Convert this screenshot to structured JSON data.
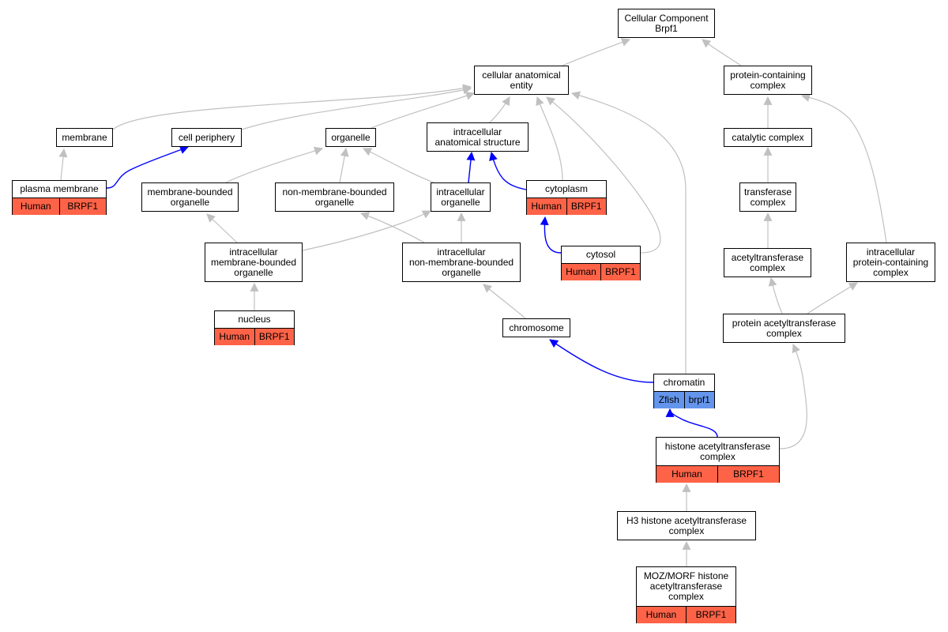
{
  "nodes": {
    "cc_brpf1": {
      "label": "Cellular Component\nBrpf1"
    },
    "cellular_anatomical_entity": {
      "label": "cellular anatomical\nentity"
    },
    "protein_containing_complex": {
      "label": "protein-containing\ncomplex"
    },
    "membrane": {
      "label": "membrane"
    },
    "cell_periphery": {
      "label": "cell periphery"
    },
    "organelle": {
      "label": "organelle"
    },
    "intracellular_anatomical_structure": {
      "label": "intracellular\nanatomical structure"
    },
    "catalytic_complex": {
      "label": "catalytic complex"
    },
    "plasma_membrane": {
      "label": "plasma membrane",
      "tags": [
        "Human",
        "BRPF1"
      ]
    },
    "membrane_bounded_organelle": {
      "label": "membrane-bounded\norganelle"
    },
    "non_membrane_bounded_organelle": {
      "label": "non-membrane-bounded\norganelle"
    },
    "intracellular_organelle": {
      "label": "intracellular\norganelle"
    },
    "cytoplasm": {
      "label": "cytoplasm",
      "tags": [
        "Human",
        "BRPF1"
      ]
    },
    "transferase_complex": {
      "label": "transferase\ncomplex"
    },
    "intracellular_membrane_bounded_organelle": {
      "label": "intracellular\nmembrane-bounded\norganelle"
    },
    "intracellular_non_membrane_bounded_organelle": {
      "label": "intracellular\nnon-membrane-bounded\norganelle"
    },
    "cytosol": {
      "label": "cytosol",
      "tags": [
        "Human",
        "BRPF1"
      ]
    },
    "acetyltransferase_complex": {
      "label": "acetyltransferase\ncomplex"
    },
    "intracellular_protein_containing_complex": {
      "label": "intracellular\nprotein-containing\ncomplex"
    },
    "nucleus": {
      "label": "nucleus",
      "tags": [
        "Human",
        "BRPF1"
      ]
    },
    "chromosome": {
      "label": "chromosome"
    },
    "protein_acetyltransferase_complex": {
      "label": "protein acetyltransferase\ncomplex"
    },
    "chromatin": {
      "label": "chromatin",
      "tags": [
        "Zfish",
        "brpf1"
      ]
    },
    "histone_acetyltransferase_complex": {
      "label": "histone acetyltransferase\ncomplex",
      "tags": [
        "Human",
        "BRPF1"
      ]
    },
    "h3_histone_acetyltransferase_complex": {
      "label": "H3 histone acetyltransferase\ncomplex"
    },
    "moz_morf_histone_acetyltransferase_complex": {
      "label": "MOZ/MORF histone\nacetyltransferase\ncomplex",
      "tags": [
        "Human",
        "BRPF1"
      ]
    }
  },
  "edges": [
    {
      "from": "cellular_anatomical_entity",
      "to": "cc_brpf1",
      "kind": "is_a"
    },
    {
      "from": "protein_containing_complex",
      "to": "cc_brpf1",
      "kind": "is_a"
    },
    {
      "from": "membrane",
      "to": "cellular_anatomical_entity",
      "kind": "is_a"
    },
    {
      "from": "cell_periphery",
      "to": "cellular_anatomical_entity",
      "kind": "is_a"
    },
    {
      "from": "organelle",
      "to": "cellular_anatomical_entity",
      "kind": "is_a"
    },
    {
      "from": "intracellular_anatomical_structure",
      "to": "cellular_anatomical_entity",
      "kind": "is_a"
    },
    {
      "from": "cytoplasm",
      "to": "cellular_anatomical_entity",
      "kind": "is_a"
    },
    {
      "from": "cytosol",
      "to": "cellular_anatomical_entity",
      "kind": "is_a"
    },
    {
      "from": "chromatin",
      "to": "cellular_anatomical_entity",
      "kind": "is_a"
    },
    {
      "from": "catalytic_complex",
      "to": "protein_containing_complex",
      "kind": "is_a"
    },
    {
      "from": "intracellular_protein_containing_complex",
      "to": "protein_containing_complex",
      "kind": "is_a"
    },
    {
      "from": "plasma_membrane",
      "to": "membrane",
      "kind": "is_a"
    },
    {
      "from": "plasma_membrane",
      "to": "cell_periphery",
      "kind": "part_of"
    },
    {
      "from": "membrane_bounded_organelle",
      "to": "organelle",
      "kind": "is_a"
    },
    {
      "from": "non_membrane_bounded_organelle",
      "to": "organelle",
      "kind": "is_a"
    },
    {
      "from": "intracellular_organelle",
      "to": "organelle",
      "kind": "is_a"
    },
    {
      "from": "intracellular_organelle",
      "to": "intracellular_anatomical_structure",
      "kind": "part_of"
    },
    {
      "from": "cytoplasm",
      "to": "intracellular_anatomical_structure",
      "kind": "part_of"
    },
    {
      "from": "transferase_complex",
      "to": "catalytic_complex",
      "kind": "is_a"
    },
    {
      "from": "intracellular_membrane_bounded_organelle",
      "to": "membrane_bounded_organelle",
      "kind": "is_a"
    },
    {
      "from": "intracellular_membrane_bounded_organelle",
      "to": "intracellular_organelle",
      "kind": "is_a"
    },
    {
      "from": "intracellular_non_membrane_bounded_organelle",
      "to": "non_membrane_bounded_organelle",
      "kind": "is_a"
    },
    {
      "from": "intracellular_non_membrane_bounded_organelle",
      "to": "intracellular_organelle",
      "kind": "is_a"
    },
    {
      "from": "cytosol",
      "to": "cytoplasm",
      "kind": "part_of"
    },
    {
      "from": "acetyltransferase_complex",
      "to": "transferase_complex",
      "kind": "is_a"
    },
    {
      "from": "nucleus",
      "to": "intracellular_membrane_bounded_organelle",
      "kind": "is_a"
    },
    {
      "from": "chromosome",
      "to": "intracellular_non_membrane_bounded_organelle",
      "kind": "is_a"
    },
    {
      "from": "protein_acetyltransferase_complex",
      "to": "acetyltransferase_complex",
      "kind": "is_a"
    },
    {
      "from": "protein_acetyltransferase_complex",
      "to": "intracellular_protein_containing_complex",
      "kind": "is_a"
    },
    {
      "from": "chromatin",
      "to": "chromosome",
      "kind": "part_of"
    },
    {
      "from": "histone_acetyltransferase_complex",
      "to": "chromatin",
      "kind": "part_of"
    },
    {
      "from": "histone_acetyltransferase_complex",
      "to": "protein_acetyltransferase_complex",
      "kind": "is_a"
    },
    {
      "from": "h3_histone_acetyltransferase_complex",
      "to": "histone_acetyltransferase_complex",
      "kind": "is_a"
    },
    {
      "from": "moz_morf_histone_acetyltransferase_complex",
      "to": "h3_histone_acetyltransferase_complex",
      "kind": "is_a"
    }
  ],
  "colors": {
    "is_a_edge": "#c0c0c0",
    "part_of_edge": "#0000ff",
    "human_tag": "#ff6347",
    "zfish_tag": "#6495ed"
  }
}
